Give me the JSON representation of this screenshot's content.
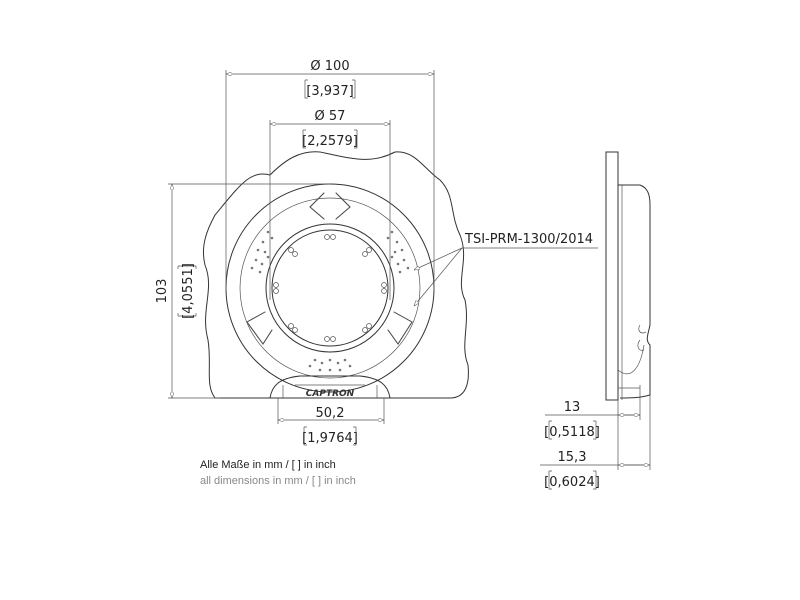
{
  "dimensions": {
    "outer_diameter": {
      "mm": "Ø 100",
      "inch": "[3,937]"
    },
    "inner_diameter": {
      "mm": "Ø 57",
      "inch": "[2,2579]"
    },
    "height": {
      "mm": "103",
      "inch": "[4,0551]"
    },
    "base_width": {
      "mm": "50,2",
      "inch": "[1,9764]"
    },
    "depth_body": {
      "mm": "13",
      "inch": "[0,5118]"
    },
    "depth_total": {
      "mm": "15,3",
      "inch": "[0,6024]"
    }
  },
  "callout": "TSI-PRM-1300/2014",
  "logo": "CAPTRON",
  "notes": {
    "de": "Alle Maße in mm / [ ] in inch",
    "en": "all dimensions in mm / [ ] in inch"
  }
}
